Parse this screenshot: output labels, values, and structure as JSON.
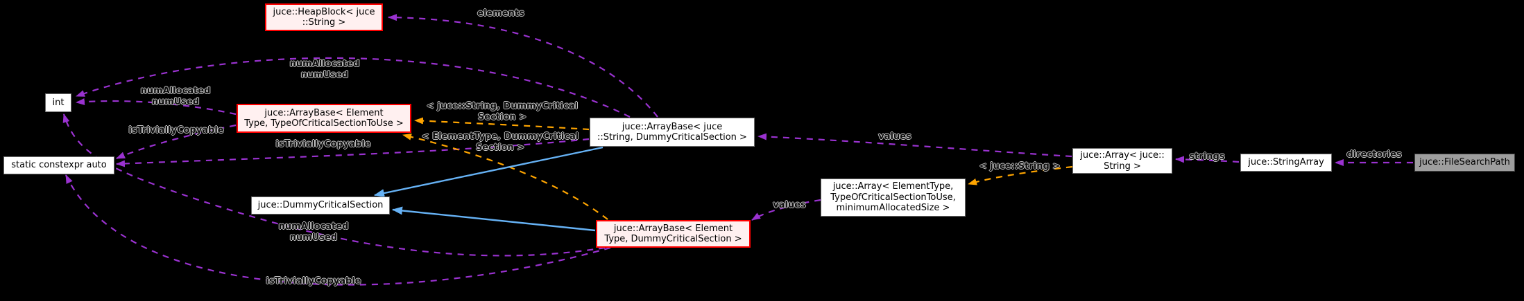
{
  "diagram": {
    "title": "juce::FileSearchPath collaboration graph",
    "colors": {
      "background": "#000000",
      "usage_edge": "#9a32d0",
      "template_edge": "#ffa500",
      "inheritance_edge": "#66b2f5",
      "highlight_border": "#ff0000",
      "highlight_fill": "#fff0f0",
      "node_fill": "#ffffff",
      "current_node_fill": "#9e9e9e",
      "edge_label_color": "#c6c6c6"
    },
    "nodes": [
      {
        "id": "heapblock",
        "label": "juce::HeapBlock< juce\n::String >"
      },
      {
        "id": "int",
        "label": "int"
      },
      {
        "id": "arraybase-generic",
        "label": "juce::ArrayBase< Element\nType, TypeOfCriticalSectionToUse >"
      },
      {
        "id": "static-auto",
        "label": "static constexpr auto"
      },
      {
        "id": "dummy-cs",
        "label": "juce::DummyCriticalSection"
      },
      {
        "id": "arraybase-string",
        "label": "juce::ArrayBase< juce\n::String, DummyCriticalSection >"
      },
      {
        "id": "arraybase-elem",
        "label": "juce::ArrayBase< Element\nType, DummyCriticalSection >"
      },
      {
        "id": "array-generic",
        "label": "juce::Array< ElementType,\nTypeOfCriticalSectionToUse,\nminimumAllocatedSize >"
      },
      {
        "id": "array-string",
        "label": "juce::Array< juce::\nString >"
      },
      {
        "id": "stringarray",
        "label": "juce::StringArray"
      },
      {
        "id": "filesearchpath",
        "label": "juce::FileSearchPath"
      }
    ],
    "edge_labels": [
      {
        "text": "elements"
      },
      {
        "text": "numAllocated\nnumUsed"
      },
      {
        "text": "numAllocated\nnumUsed"
      },
      {
        "text": "isTriviallyCopyable"
      },
      {
        "text": "isTriviallyCopyable"
      },
      {
        "text": "< juce::String, DummyCritical\nSection >"
      },
      {
        "text": "< ElementType, DummyCritical\nSection >"
      },
      {
        "text": "values"
      },
      {
        "text": "< juce::String >"
      },
      {
        "text": "strings"
      },
      {
        "text": "directories"
      },
      {
        "text": "values"
      },
      {
        "text": "numAllocated\nnumUsed"
      },
      {
        "text": "isTriviallyCopyable"
      }
    ]
  }
}
